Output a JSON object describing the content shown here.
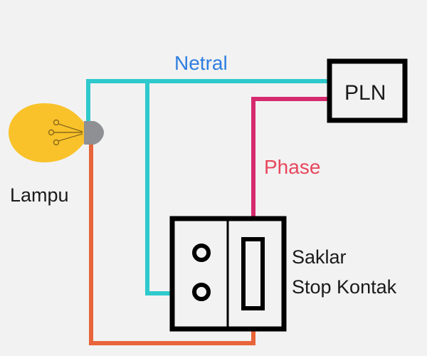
{
  "diagram": {
    "labels": {
      "neutral": "Netral",
      "phase": "Phase",
      "lamp": "Lampu",
      "pln": "PLN",
      "switch_line1": "Saklar",
      "switch_line2": "Stop Kontak"
    },
    "colors": {
      "background": "#f2f2f2",
      "neutral_wire": "#2ec9cc",
      "phase_wire": "#d62a6f",
      "lamp_wire": "#e8643a",
      "switch_link": "#d633c8",
      "neutral_label": "#2e7ee0",
      "phase_label": "#e8475d",
      "bulb": "#f9c22a",
      "bulb_base": "#8e9094",
      "outline": "#000000",
      "text": "#1a1a1a"
    },
    "components": [
      {
        "id": "lamp",
        "name": "Lampu",
        "icon": "light-bulb-icon"
      },
      {
        "id": "pln",
        "name": "PLN",
        "icon": "power-source-box"
      },
      {
        "id": "switch-socket",
        "name": "Saklar Stop Kontak",
        "icon": "switch-socket-box"
      }
    ],
    "connections": [
      {
        "from": "pln",
        "to": "lamp",
        "wire": "Netral"
      },
      {
        "from": "pln",
        "to": "switch-socket",
        "wire": "Netral"
      },
      {
        "from": "pln",
        "to": "switch-socket",
        "wire": "Phase"
      },
      {
        "from": "switch-socket",
        "to": "lamp",
        "wire": "switched"
      }
    ]
  }
}
